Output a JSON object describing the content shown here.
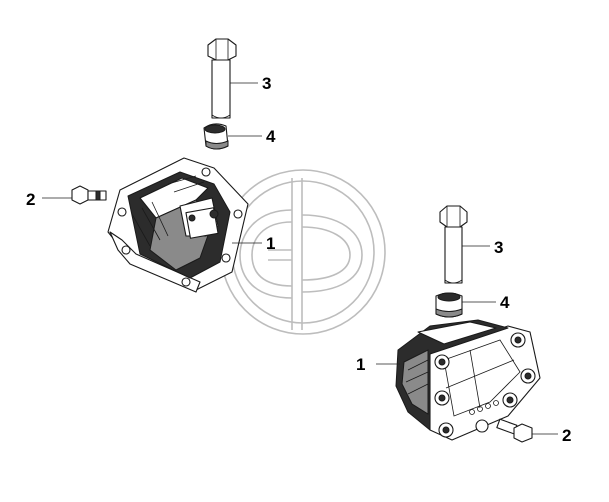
{
  "callouts": {
    "left_bolt_3": "3",
    "left_spacer_4": "4",
    "left_screw_2": "2",
    "left_mount_1": "1",
    "right_bolt_3": "3",
    "right_spacer_4": "4",
    "right_mount_1": "1",
    "right_screw_2": "2"
  },
  "icons": {
    "watermark": "gd-logo-watermark"
  }
}
